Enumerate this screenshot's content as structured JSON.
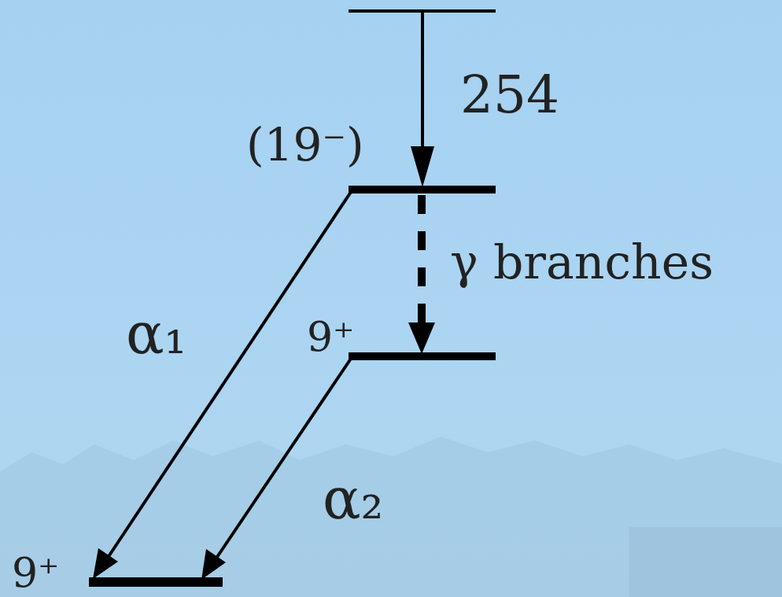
{
  "diagram": {
    "labels": [
      "254",
      "(19⁻)",
      "γ branches",
      "9⁺",
      "α₁",
      "α₂",
      "9⁺"
    ]
  }
}
